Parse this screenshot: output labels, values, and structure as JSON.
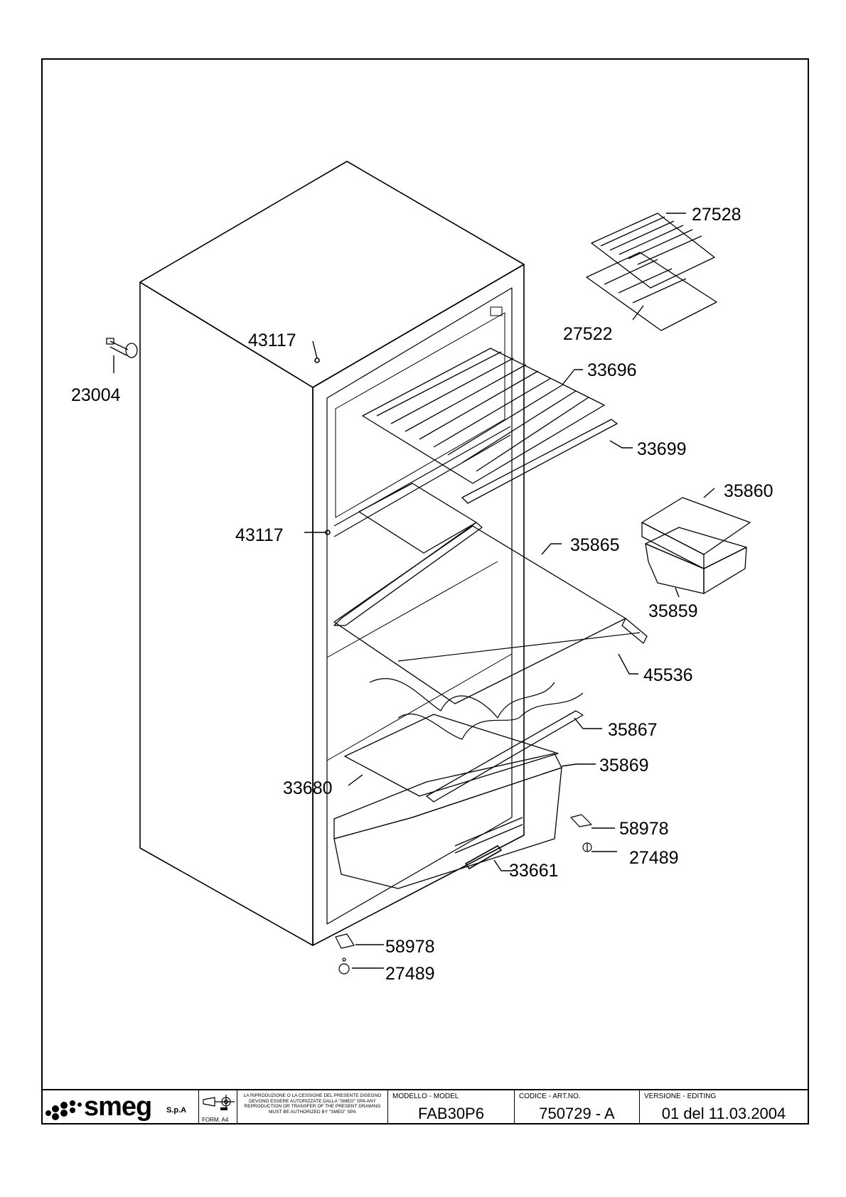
{
  "parts": {
    "p27528": "27528",
    "p27522": "27522",
    "p43117a": "43117",
    "p33696": "33696",
    "p23004": "23004",
    "p33699": "33699",
    "p35860": "35860",
    "p43117b": "43117",
    "p35865": "35865",
    "p35859": "35859",
    "p45536": "45536",
    "p35867": "35867",
    "p35869": "35869",
    "p33680": "33680",
    "p58978a": "58978",
    "p27489a": "27489",
    "p33661": "33661",
    "p58978b": "58978",
    "p27489b": "27489"
  },
  "title_block": {
    "brand": "smeg",
    "brand_suffix": "S.p.A",
    "form": "FORM. A4",
    "notice": "LA RIPRODUZIONE O LA CESSIONE DEL PRESENTE DISEGNO DEVONO ESSERE AUTORIZZATE DALLA \"SMEG\" SPA ANY REPRODUCTION OR TRANSFER OF THE PRESENT DRAWING MUST BE AUTHORIZED BY \"SMEG\" SPA",
    "model_caption": "MODELLO - MODEL",
    "model_value": "FAB30P6",
    "code_caption": "CODICE - ART.NO.",
    "code_value": "750729 - A",
    "version_caption": "VERSIONE - EDITING",
    "version_value": "01 del 11.03.2004"
  }
}
